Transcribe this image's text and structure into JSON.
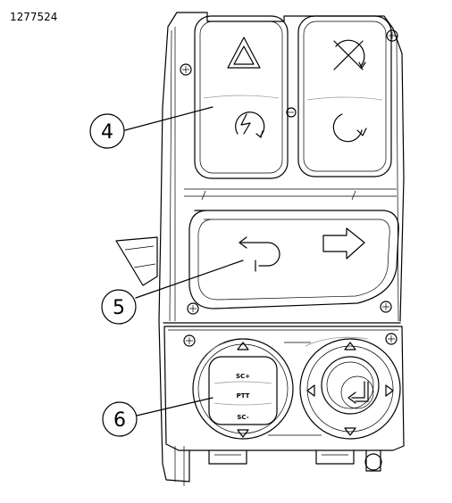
{
  "figure_id": "1277524",
  "callouts": [
    {
      "number": "4"
    },
    {
      "number": "5"
    },
    {
      "number": "6"
    }
  ],
  "joystick_labels": {
    "upper": "SC+",
    "center": "PTT",
    "lower": "SC-"
  },
  "colors": {
    "line": "#000000",
    "shade": "#9a9a9a",
    "background": "#ffffff"
  },
  "icons": [
    "hazard-warning-icon",
    "cruise-off-icon",
    "cruise-resume-icon",
    "start-stop-icon",
    "return-arrow-icon",
    "forward-arrow-icon",
    "enter-icon"
  ]
}
